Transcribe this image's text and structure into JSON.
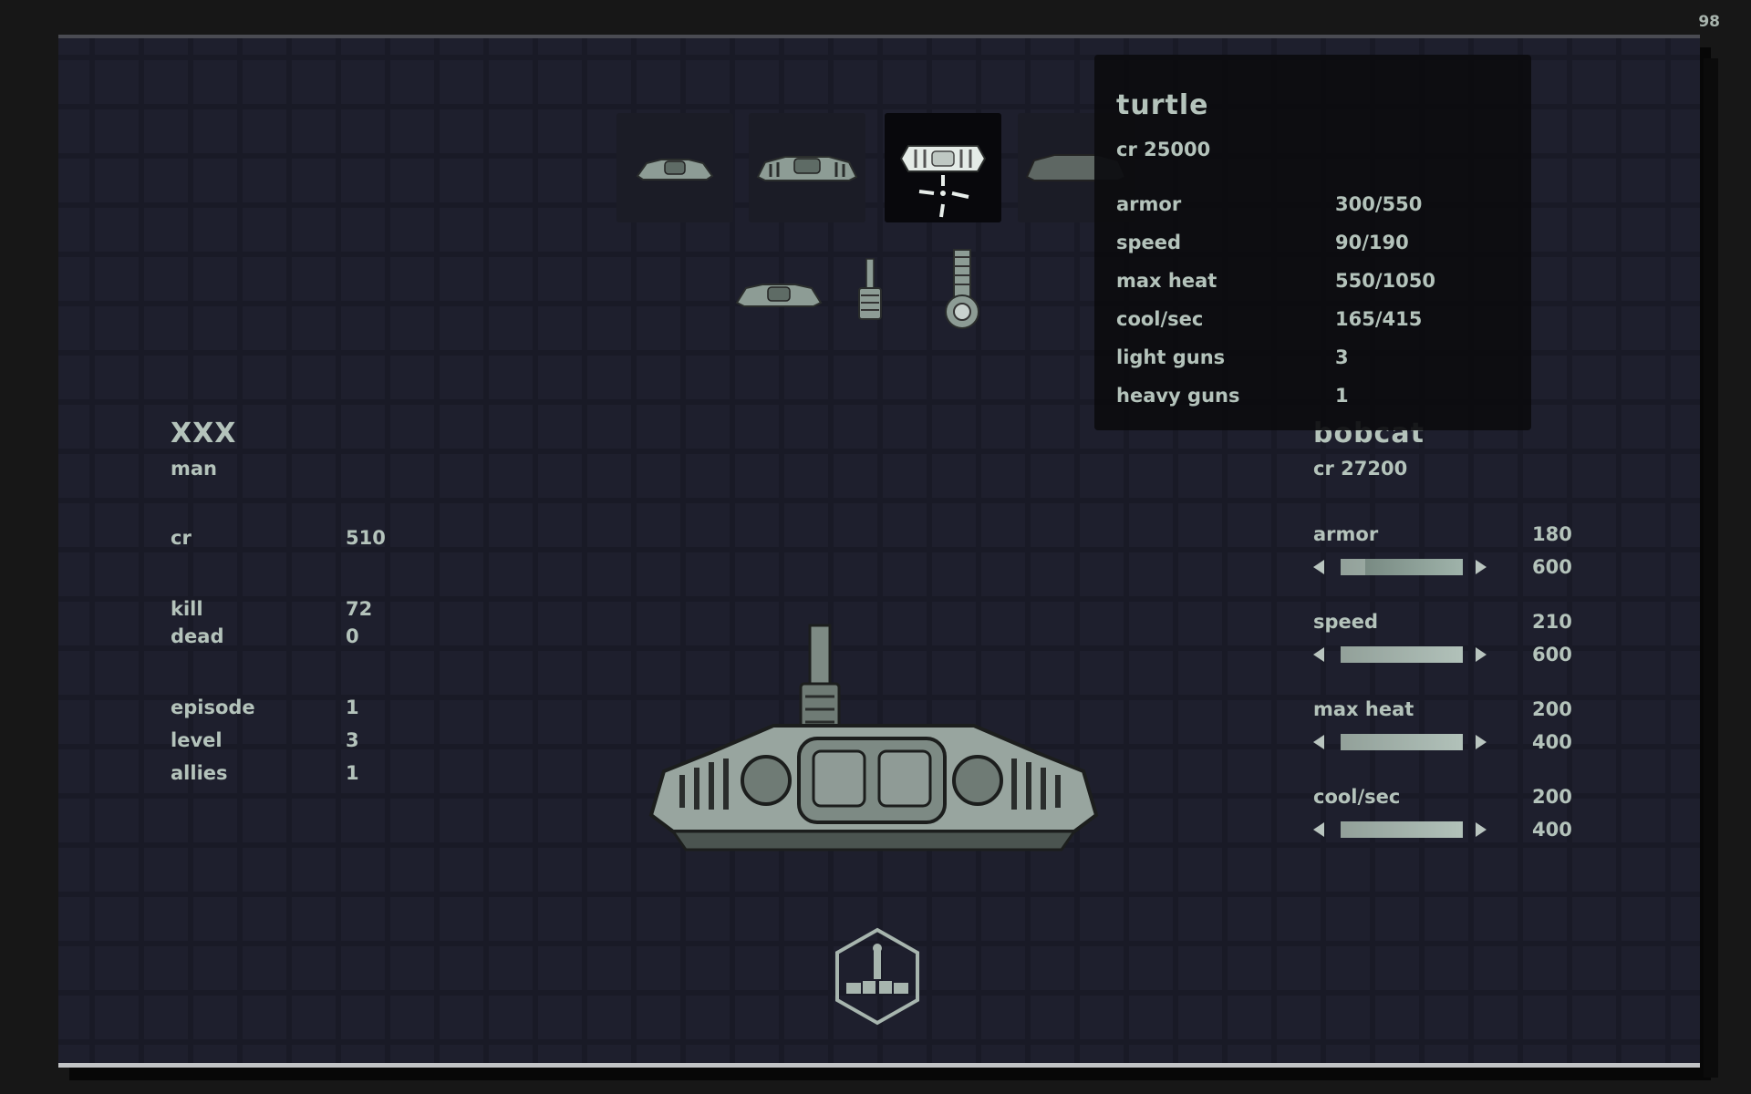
{
  "hud": {
    "fps": "98"
  },
  "player": {
    "name": "XXX",
    "subtitle": "man",
    "stats": [
      {
        "label": "cr",
        "value": "510"
      },
      {
        "label": "kill",
        "value": "72"
      },
      {
        "label": "dead",
        "value": "0"
      },
      {
        "label": "episode",
        "value": "1"
      },
      {
        "label": "level",
        "value": "3"
      },
      {
        "label": "allies",
        "value": "1"
      }
    ]
  },
  "tank": {
    "name": "bobcat",
    "price": "cr  27200",
    "upgrades": [
      {
        "label": "armor",
        "value": "180",
        "cost": "600",
        "level": 0.2
      },
      {
        "label": "speed",
        "value": "210",
        "cost": "600",
        "level": 1.0
      },
      {
        "label": "max  heat",
        "value": "200",
        "cost": "400",
        "level": 1.0
      },
      {
        "label": "cool/sec",
        "value": "200",
        "cost": "400",
        "level": 1.0
      }
    ]
  },
  "tooltip": {
    "name": "turtle",
    "price": "cr  25000",
    "stats": [
      {
        "label": "armor",
        "value": "300/550"
      },
      {
        "label": "speed",
        "value": "90/190"
      },
      {
        "label": "max  heat",
        "value": "550/1050"
      },
      {
        "label": "cool/sec",
        "value": "165/415"
      },
      {
        "label": "light  guns",
        "value": "3"
      },
      {
        "label": "heavy  guns",
        "value": "1"
      }
    ]
  },
  "icons": {
    "hulls": [
      "hull-light-icon",
      "hull-medium-icon",
      "hull-turtle-icon",
      "hull-heavy-icon"
    ],
    "parts": [
      "hull-part-icon",
      "light-gun-icon",
      "heavy-gun-icon"
    ],
    "center": "tank-preview-icon",
    "bottom": "continue-hex-icon"
  },
  "colors": {
    "text": "#b4c3bb",
    "grid": "#1e1f2d",
    "tooltip_bg": "#0c0c0f"
  }
}
